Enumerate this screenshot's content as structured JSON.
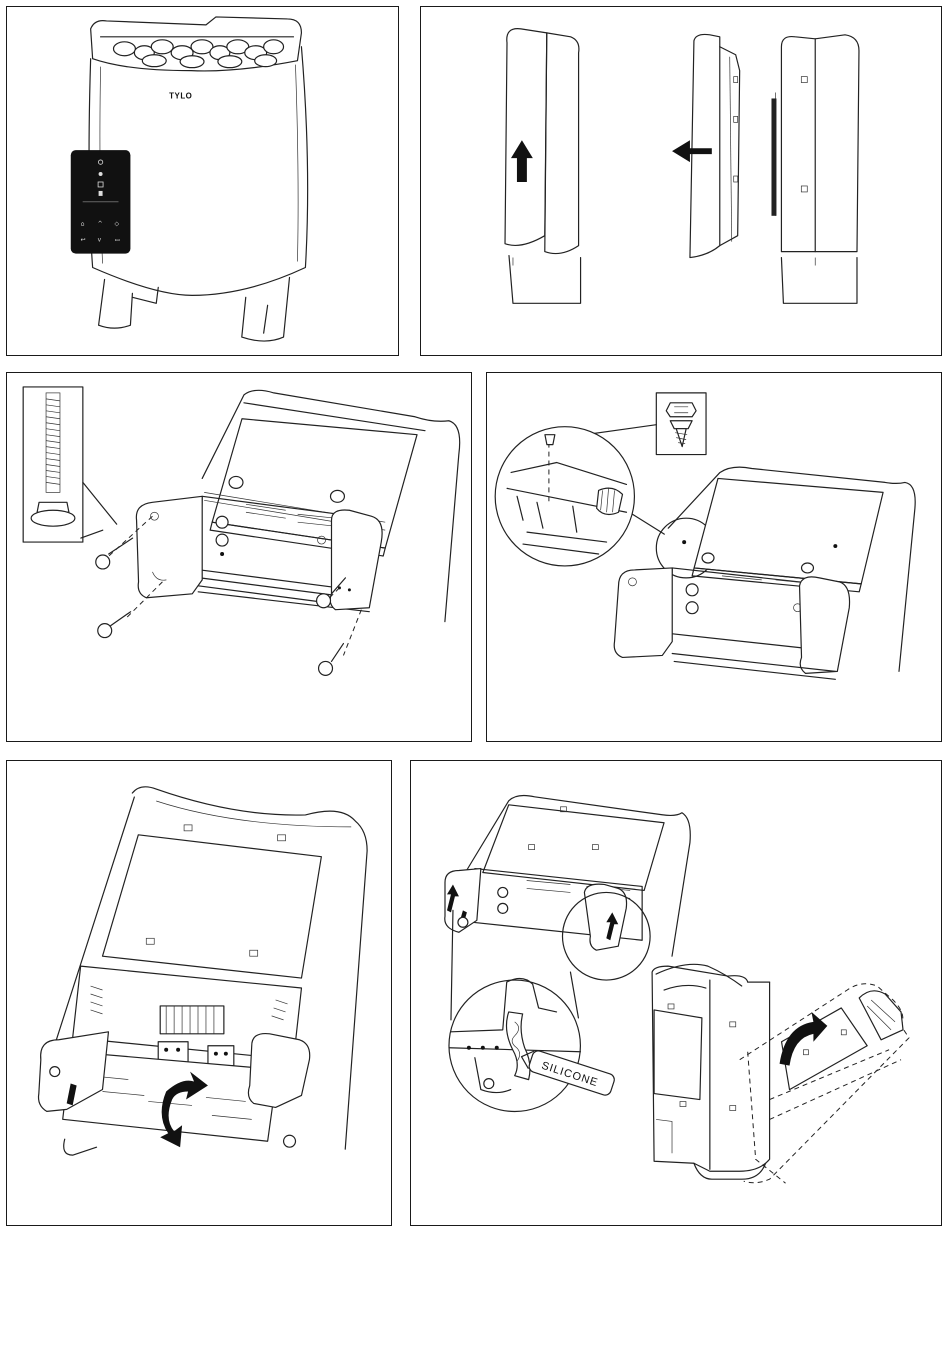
{
  "brand": "TYLO",
  "silicone_label": "SILICONE",
  "panels": [
    {
      "id": 1,
      "name": "panel-heater-overview"
    },
    {
      "id": 2,
      "name": "panel-side-cover-removal"
    },
    {
      "id": 3,
      "name": "panel-leveling-feet"
    },
    {
      "id": 4,
      "name": "panel-top-screw"
    },
    {
      "id": 5,
      "name": "panel-connection-box"
    },
    {
      "id": 6,
      "name": "panel-silicone-and-cover"
    }
  ]
}
